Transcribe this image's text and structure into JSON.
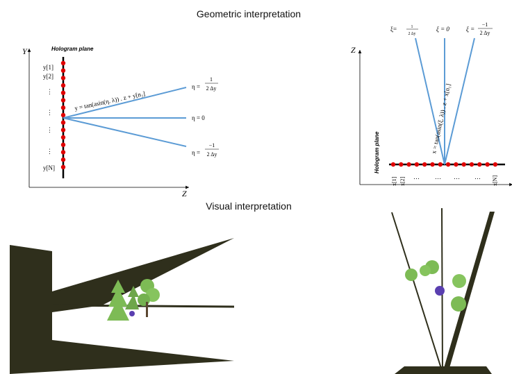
{
  "titles": {
    "geometric": "Geometric interpretation",
    "visual": "Visual interpretation"
  },
  "left_diagram": {
    "y_axis": "Y",
    "z_axis": "Z",
    "plane_label": "Hologram plane",
    "y_labels": [
      "y[1]",
      "y[2]",
      "y[N]"
    ],
    "ellipses": [
      "⋮",
      "⋮",
      "⋮",
      "⋮"
    ],
    "ray_equation": "y = tan(asin(η. λ)) . z + y[n₂]",
    "ray_labels": {
      "top_prefix": "η =",
      "top_num": "1",
      "top_den": "2 Δy",
      "mid": "η = 0",
      "bottom_prefix": "η =",
      "bottom_num": "−1",
      "bottom_den": "2 Δy"
    }
  },
  "right_diagram": {
    "z_axis": "Z",
    "plane_label": "Hologram plane",
    "x_labels": [
      "x[1]",
      "x[2]",
      "x[N]"
    ],
    "dots": [
      "…",
      "…",
      "…",
      "…"
    ],
    "ray_equation": "x = tan(asin(ξ. λ)) . z + x[n₁]",
    "ray_labels": {
      "left_prefix": "ξ=",
      "left_num": "1",
      "left_den": "2 Δy",
      "mid": "ξ = 0",
      "right_prefix": "ξ =",
      "right_num": "−1",
      "right_den": "2 Δy"
    }
  },
  "colors": {
    "ray": "#5b9bd5",
    "point": "#e00000",
    "plane": "#000000",
    "wedge": "#2f2f1c",
    "foliage": "#7dbb55",
    "flower": "#5a3fb0"
  }
}
